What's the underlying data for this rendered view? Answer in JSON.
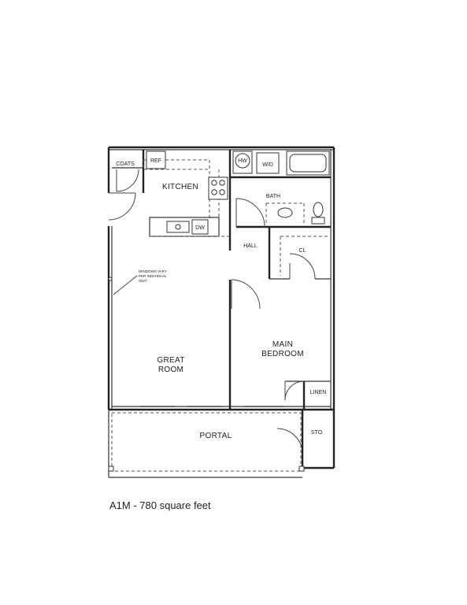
{
  "rooms": {
    "coats": "COATS",
    "ref": "REF",
    "kitchen": "KITCHEN",
    "hw": "HW",
    "wd": "W/D",
    "bath": "BATH",
    "dw": "DW",
    "hall": "HALL",
    "cl": "CL",
    "great_room": [
      "GREAT",
      "ROOM"
    ],
    "main_bedroom": [
      "MAIN",
      "BEDROOM"
    ],
    "linen": "LINEN",
    "portal": "PORTAL",
    "sto": "STO."
  },
  "notes": {
    "windows": [
      "WINDOWS VARY",
      "PER INDIVIDUAL",
      "UNIT"
    ]
  },
  "caption": "A1M - 780 square feet"
}
